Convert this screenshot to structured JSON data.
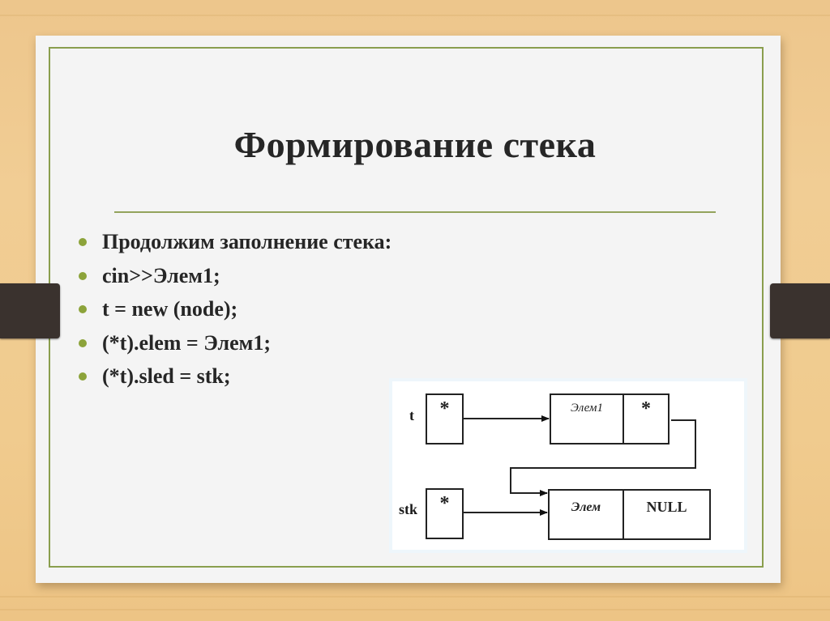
{
  "slide": {
    "title": "Формирование стека",
    "bullets": [
      "Продолжим заполнение стека:",
      "cin>>Элем1;",
      "t = new (node);",
      "(*t).elem = Элем1;",
      "(*t).sled = stk;"
    ],
    "colors": {
      "background_wood": "#EFC98E",
      "paper": "#F4F4F4",
      "accent_green": "#8A9E4E",
      "bullet_green": "#8CA33A",
      "title_text": "#262626",
      "side_tab": "#3A322E"
    }
  },
  "diagram": {
    "pointers": [
      {
        "label": "t",
        "value": "*"
      },
      {
        "label": "stk",
        "value": "*"
      }
    ],
    "nodes": [
      {
        "elem": "Элем1",
        "next": "*"
      },
      {
        "elem": "Элем",
        "next": "NULL"
      }
    ],
    "links": [
      {
        "from": "t",
        "to": "node-0"
      },
      {
        "from": "node-0.next",
        "to": "node-1"
      },
      {
        "from": "stk",
        "to": "node-1"
      }
    ]
  }
}
